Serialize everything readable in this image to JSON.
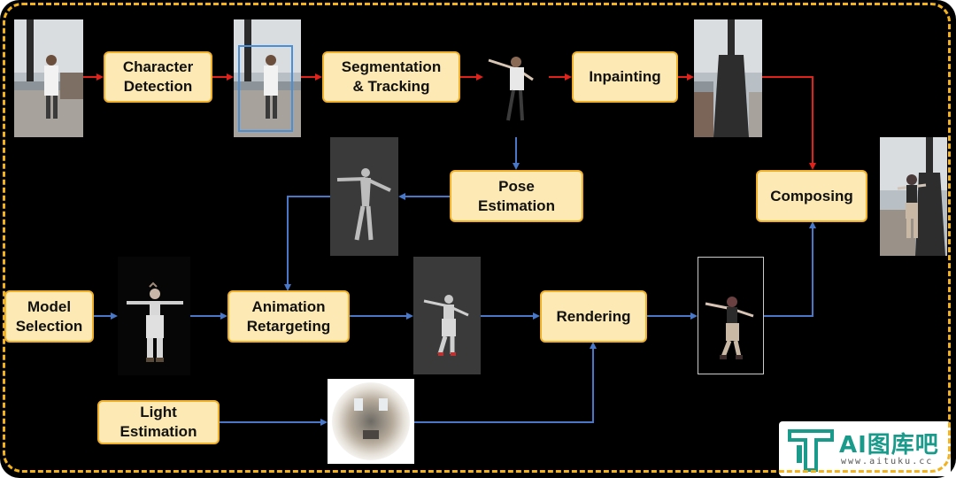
{
  "nodes": {
    "character_detection": "Character\nDetection",
    "segmentation_tracking": "Segmentation\n& Tracking",
    "inpainting": "Inpainting",
    "pose_estimation": "Pose\nEstimation",
    "composing": "Composing",
    "model_selection": "Model\nSelection",
    "animation_retargeting": "Animation\nRetargeting",
    "rendering": "Rendering",
    "light_estimation": "Light\nEstimation"
  },
  "colors": {
    "background": "#000000",
    "frame_dashed": "#f2b21e",
    "node_fill": "#fde9b3",
    "node_border": "#f0b02a",
    "edge_red": "#e0221b",
    "edge_blue": "#4a78c8",
    "detection_box": "#4a90d9"
  },
  "logo": {
    "text": "AI图库吧",
    "url": "www.aituku.cc"
  }
}
